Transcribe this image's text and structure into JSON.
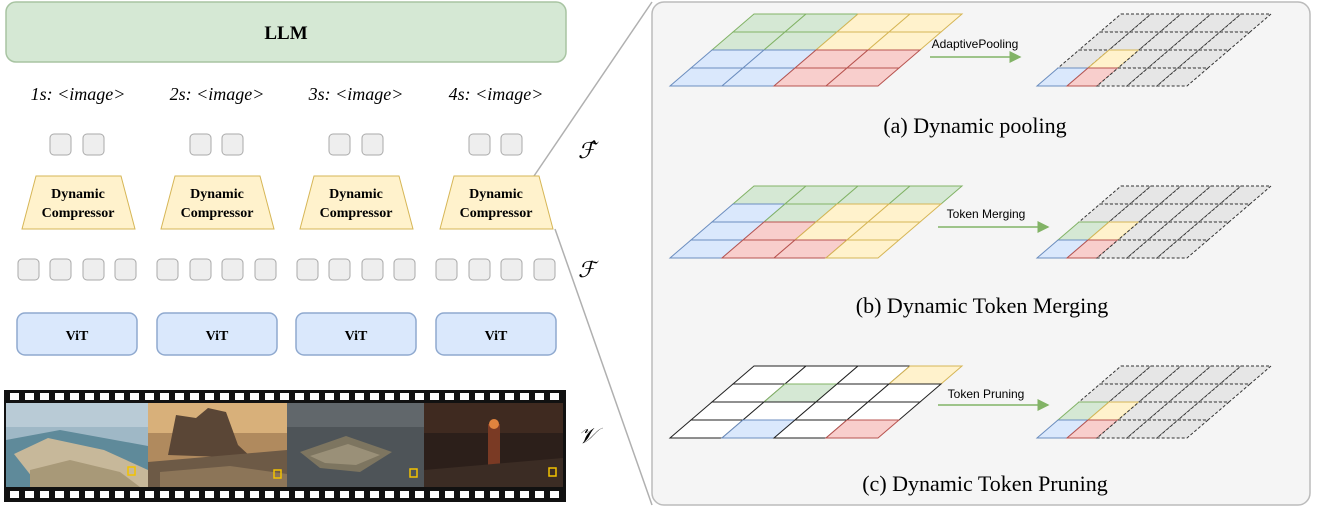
{
  "llm": {
    "label": "LLM"
  },
  "frames": [
    {
      "time_label": "1s: <image>",
      "compressor_label_1": "Dynamic",
      "compressor_label_2": "Compressor",
      "vit_label": "ViT"
    },
    {
      "time_label": "2s: <image>",
      "compressor_label_1": "Dynamic",
      "compressor_label_2": "Compressor",
      "vit_label": "ViT"
    },
    {
      "time_label": "3s: <image>",
      "compressor_label_1": "Dynamic",
      "compressor_label_2": "Compressor",
      "vit_label": "ViT"
    },
    {
      "time_label": "4s: <image>",
      "compressor_label_1": "Dynamic",
      "compressor_label_2": "Compressor",
      "vit_label": "ViT"
    }
  ],
  "symbols": {
    "f_hat": "ℱ̂",
    "f": "ℱ",
    "v": "𝒱"
  },
  "methods": [
    {
      "arrow_label": "AdaptivePooling",
      "caption": "(a) Dynamic pooling"
    },
    {
      "arrow_label": "Token Merging",
      "caption": "(b) Dynamic Token Merging"
    },
    {
      "arrow_label": "Token Pruning",
      "caption": "(c) Dynamic Token Pruning"
    }
  ],
  "colors": {
    "llm_fill": "#d5e8d4",
    "compressor_fill": "#fff2cc",
    "vit_fill": "#dae8fc",
    "token_fill": "#eeeeee",
    "panel_fill": "#f5f5f5",
    "green": "#d5e8d4",
    "yellow": "#fff2cc",
    "blue": "#dae8fc",
    "red": "#f8cecc",
    "green_stroke": "#82b366",
    "yellow_stroke": "#d6b656",
    "blue_stroke": "#6c8ebf",
    "red_stroke": "#b85450",
    "arrow": "#82b366"
  }
}
